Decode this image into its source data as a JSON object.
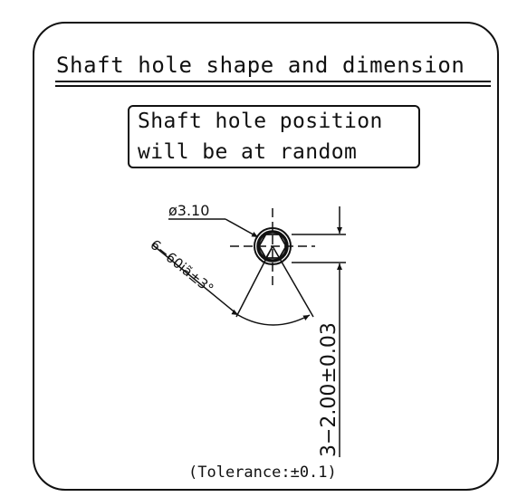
{
  "title": "Shaft hole shape and dimension",
  "note": {
    "line1": "Shaft hole position",
    "line2": "will be at random"
  },
  "dimensions": {
    "diameter": "ø3.10",
    "angle": "6−60iã±3°",
    "height": "3−2.00±0.03"
  },
  "tolerance": "(Tolerance:±0.1)"
}
